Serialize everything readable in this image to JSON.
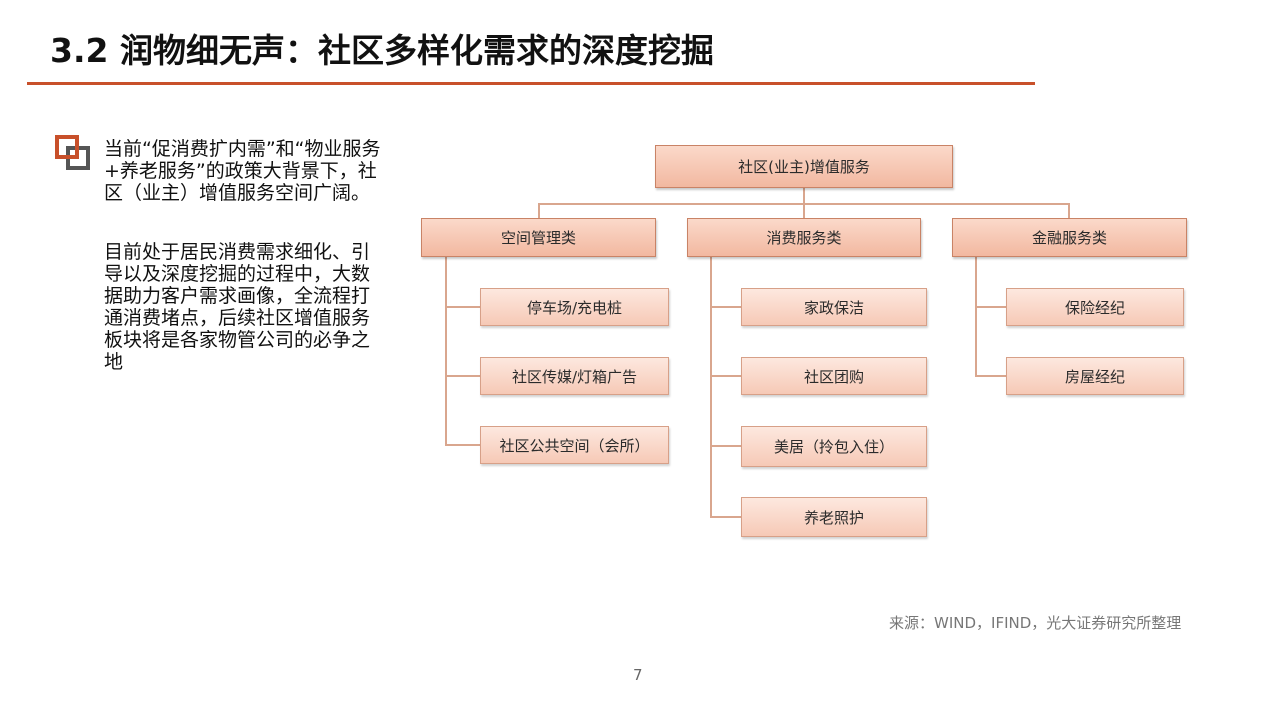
{
  "slide": {
    "title": "3.2 润物细无声：社区多样化需求的深度挖掘",
    "bullet_paragraphs": [
      "当前“促消费扩内需”和“物业服务+养老服务”的政策大背景下，社区（业主）增值服务空间广阔。",
      "目前处于居民消费需求细化、引导以及深度挖掘的过程中，大数据助力客户需求画像，全流程打通消费堵点，后续社区增值服务板块将是各家物管公司的必争之地"
    ],
    "source": "来源：WIND，IFIND，光大证券研究所整理",
    "page_number": "7",
    "colors": {
      "accent": "#c8502a",
      "node_fill": "#f6c9b6",
      "connector": "#d9a68e"
    }
  },
  "diagram": {
    "root": "社区(业主)增值服务",
    "categories": [
      {
        "label": "空间管理类",
        "items": [
          "停车场/充电桩",
          "社区传媒/灯箱广告",
          "社区公共空间（会所）"
        ]
      },
      {
        "label": "消费服务类",
        "items": [
          "家政保洁",
          "社区团购",
          "美居（拎包入住）",
          "养老照护"
        ]
      },
      {
        "label": "金融服务类",
        "items": [
          "保险经纪",
          "房屋经纪"
        ]
      }
    ]
  }
}
